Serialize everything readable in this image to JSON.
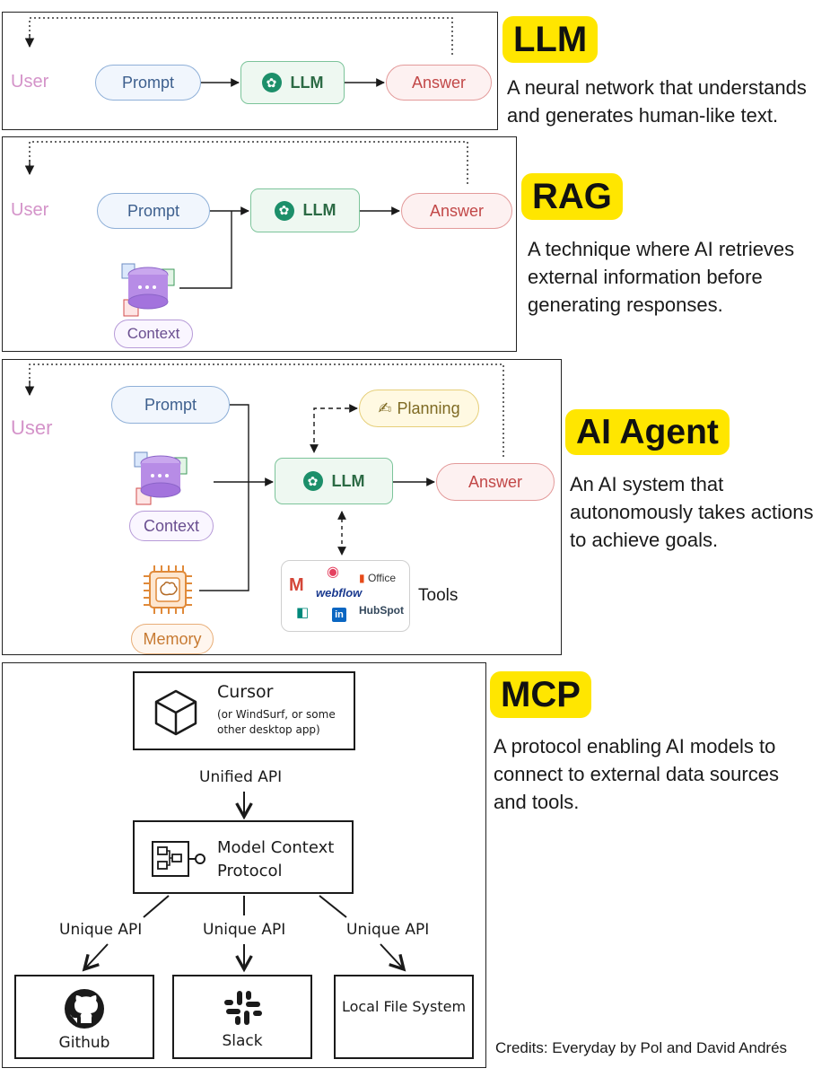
{
  "sections": {
    "llm": {
      "badge": "LLM",
      "desc": [
        "A neural network that understands",
        "and generates human-like text."
      ],
      "user": "User",
      "prompt": "Prompt",
      "llm": "LLM",
      "answer": "Answer"
    },
    "rag": {
      "badge": "RAG",
      "desc": [
        "A technique where AI retrieves",
        "external information before",
        "generating responses."
      ],
      "user": "User",
      "prompt": "Prompt",
      "llm": "LLM",
      "answer": "Answer",
      "context": "Context"
    },
    "agent": {
      "badge": "AI Agent",
      "desc": [
        "An AI system that",
        "autonomously takes actions",
        "to achieve goals."
      ],
      "user": "User",
      "prompt": "Prompt",
      "llm": "LLM",
      "answer": "Answer",
      "context": "Context",
      "memory": "Memory",
      "planning": "Planning",
      "tools": "Tools",
      "tool_logos": {
        "office": "Office",
        "webflow": "webflow",
        "hubspot": "HubSpot"
      }
    },
    "mcp": {
      "badge": "MCP",
      "desc": [
        "A protocol enabling AI models to",
        "connect to external data sources",
        "and tools."
      ],
      "cursor_title": "Cursor",
      "cursor_sub": [
        "(or WindSurf, or some",
        "other desktop app)"
      ],
      "unified_api": "Unified API",
      "protocol": [
        "Model Context",
        "Protocol"
      ],
      "unique_api": "Unique API",
      "github": "Github",
      "slack": "Slack",
      "local_fs": "Local File System"
    }
  },
  "credits": "Credits: Everyday by Pol and David Andrés",
  "icons": {
    "openai": "openai-icon",
    "database": "database-icon",
    "chip": "brain-chip-icon",
    "cube": "cube-icon",
    "protocol": "protocol-diagram-icon",
    "github": "github-icon",
    "slack": "slack-icon"
  },
  "colors": {
    "badge": "#ffe600",
    "prompt": "#8fb0d8",
    "answer": "#e39a9a",
    "llm": "#7cc49a",
    "user": "#d493c9"
  }
}
